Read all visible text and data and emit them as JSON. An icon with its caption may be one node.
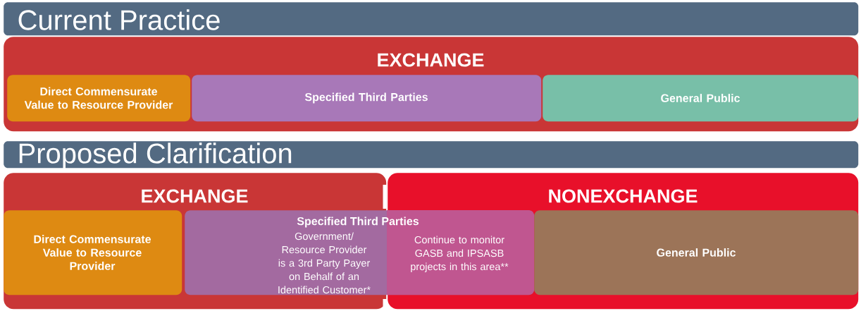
{
  "diagram": {
    "nodes": [
      {
        "text": [
          "Current Practice"
        ]
      },
      {
        "text": [
          "EXCHANGE"
        ]
      },
      {
        "text": [
          "Direct Commensurate Value to Resource Provider"
        ],
        "in": 1
      },
      {
        "text": [
          "Specified Third Parties"
        ],
        "in": 1
      },
      {
        "text": [
          "General Public"
        ],
        "in": 1
      },
      {
        "text": [
          "Proposed Clarification"
        ]
      },
      {
        "text": [
          "EXCHANGE"
        ]
      },
      {
        "text": [
          "NONEXCHANGE"
        ]
      },
      {
        "text": [
          "Direct Commensurate Value to Resource Provider"
        ],
        "in": 6
      },
      {
        "text": [
          "Specified Third Parties",
          "Government/ Resource Provider is a 3rd Party Payer on Behalf of an Identified Customer*",
          "Continue to monitor GASB and IPSASB projects in this area**"
        ]
      },
      {
        "text": [
          "General Public"
        ],
        "in": 7
      }
    ]
  }
}
